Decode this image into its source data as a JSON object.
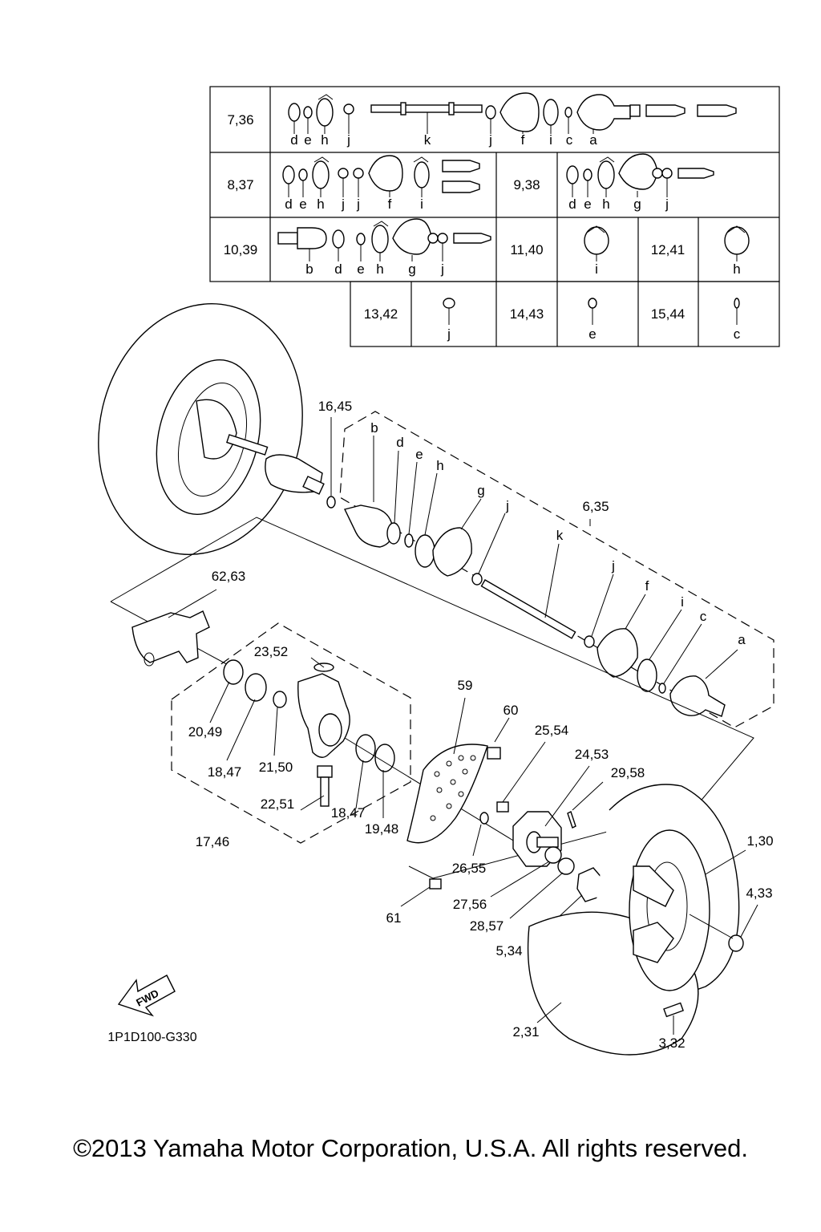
{
  "table": {
    "rows": [
      {
        "ref": "7,36",
        "letters": [
          "d",
          "e",
          "h",
          "j",
          "k",
          "j",
          "f",
          "i",
          "c",
          "a"
        ]
      },
      {
        "ref": "8,37",
        "letters": [
          "d",
          "e",
          "h",
          "j",
          "j",
          "f",
          "i"
        ]
      },
      {
        "ref": "9,38",
        "letters": [
          "d",
          "e",
          "h",
          "g",
          "j"
        ]
      },
      {
        "ref": "10,39",
        "letters": [
          "b",
          "d",
          "e",
          "h",
          "g",
          "j"
        ]
      },
      {
        "ref": "11,40",
        "letters": [
          "i"
        ]
      },
      {
        "ref": "12,41",
        "letters": [
          "h"
        ]
      },
      {
        "ref": "13,42",
        "letters": [
          "j"
        ]
      },
      {
        "ref": "14,43",
        "letters": [
          "e"
        ]
      },
      {
        "ref": "15,44",
        "letters": [
          "c"
        ]
      }
    ]
  },
  "callouts": {
    "c16_45": "16,45",
    "c6_35": "6,35",
    "c62_63": "62,63",
    "c23_52": "23,52",
    "c20_49": "20,49",
    "c18_47a": "18,47",
    "c21_50": "21,50",
    "c22_51": "22,51",
    "c18_47b": "18,47",
    "c19_48": "19,48",
    "c17_46": "17,46",
    "c59": "59",
    "c60": "60",
    "c25_54": "25,54",
    "c24_53": "24,53",
    "c29_58": "29,58",
    "c1_30": "1,30",
    "c4_33": "4,33",
    "c26_55": "26,55",
    "c27_56": "27,56",
    "c28_57": "28,57",
    "c5_34": "5,34",
    "c61": "61",
    "c2_31": "2,31",
    "c3_32": "3,32"
  },
  "exploded_letters": {
    "b": "b",
    "d": "d",
    "e": "e",
    "h": "h",
    "g": "g",
    "j1": "j",
    "k": "k",
    "j2": "j",
    "f": "f",
    "i": "i",
    "c": "c",
    "a": "a"
  },
  "fwd_label": "FWD",
  "diagram_code": "1P1D100-G330",
  "copyright": "©2013 Yamaha Motor Corporation, U.S.A. All rights reserved."
}
